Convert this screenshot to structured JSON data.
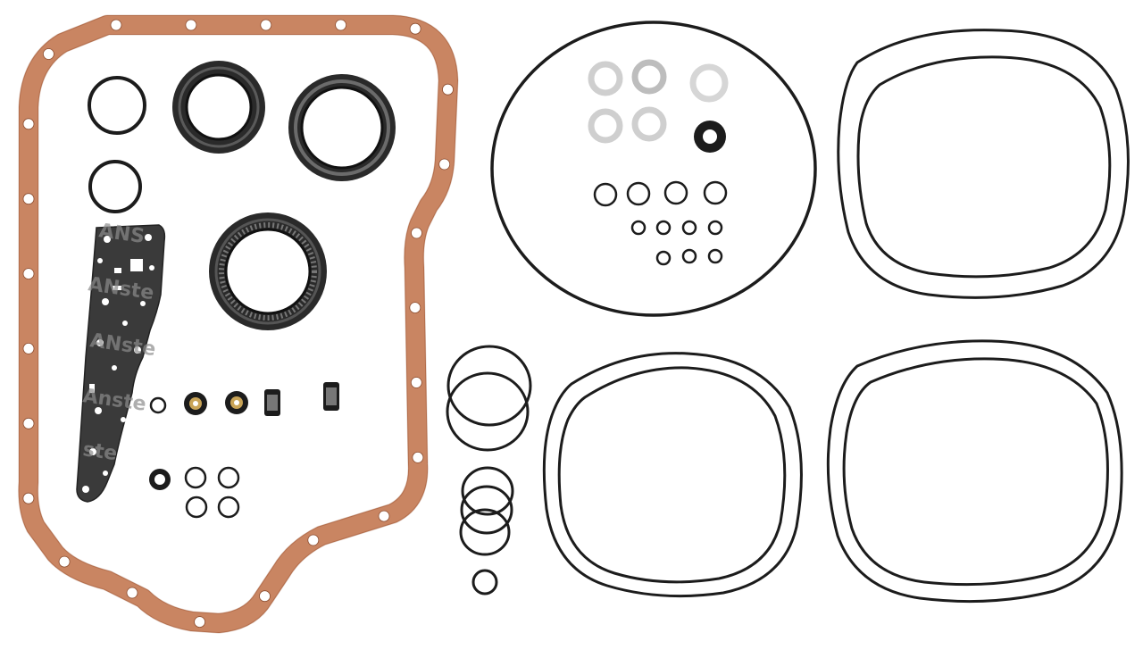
{
  "image": {
    "subject": "transmission-overhaul-gasket-kit",
    "colors": {
      "background": "#ffffff",
      "pan_gasket": "#c27a57",
      "pan_gasket_edge": "#8a4a2c",
      "rubber": "#1c1c1c",
      "seal_metal": "#5a5a5a",
      "teflon_ring": "#cfcfcf",
      "separator_plate": "#3a3a3a",
      "plate_watermark": "#8c8c8c"
    },
    "watermark_text": "TRANSTEC",
    "components": {
      "pan_gasket": "oil-pan-gasket",
      "separator_gasket": "valve-body-separator-gasket",
      "front_seals": "metal-clad-lip-seals",
      "teflon_rings": "sealing-rings",
      "o_rings": "o-rings",
      "large_o_rings": "large-piston-o-rings",
      "filters": "solenoid-screen-filters"
    }
  }
}
